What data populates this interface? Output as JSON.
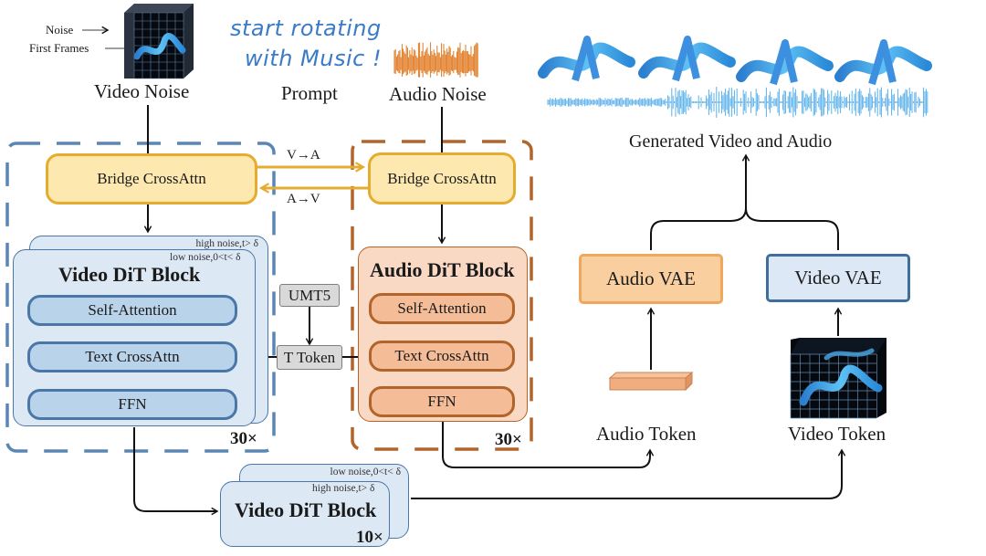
{
  "inputs": {
    "noise_label": "Noise",
    "first_frames_label": "First Frames",
    "video_noise": "Video Noise",
    "prompt_text_line1": "start rotating",
    "prompt_text_line2": "with Music !",
    "prompt_label": "Prompt",
    "audio_noise": "Audio Noise"
  },
  "output": {
    "label": "Generated Video and Audio"
  },
  "bridge": {
    "video_bridge": "Bridge CrossAttn",
    "audio_bridge": "Bridge CrossAttn",
    "v_to_a": "V→A",
    "a_to_v": "A→V"
  },
  "video_dit": {
    "title": "Video DiT Block",
    "back_tag": "high noise,t> δ",
    "front_tag": "low noise,0<t< δ",
    "layers": [
      "Self-Attention",
      "Text CrossAttn",
      "FFN"
    ],
    "repeat": "30×"
  },
  "audio_dit": {
    "title": "Audio DiT Block",
    "layers": [
      "Self-Attention",
      "Text CrossAttn",
      "FFN"
    ],
    "repeat": "30×"
  },
  "text_encoder": {
    "encoder": "UMT5",
    "token": "T Token"
  },
  "refine_dit": {
    "title": "Video DiT Block",
    "back_tag": "low noise,0<t< δ",
    "front_tag": "high noise,t> δ",
    "repeat": "10×"
  },
  "decoders": {
    "audio_vae": "Audio VAE",
    "video_vae": "Video VAE",
    "audio_token": "Audio Token",
    "video_token": "Video Token"
  },
  "colors": {
    "video_blue": "#4a77a8",
    "audio_brown": "#b2642a",
    "bridge_gold": "#e5ac2f",
    "handwriting_blue": "#3a7bc8"
  }
}
